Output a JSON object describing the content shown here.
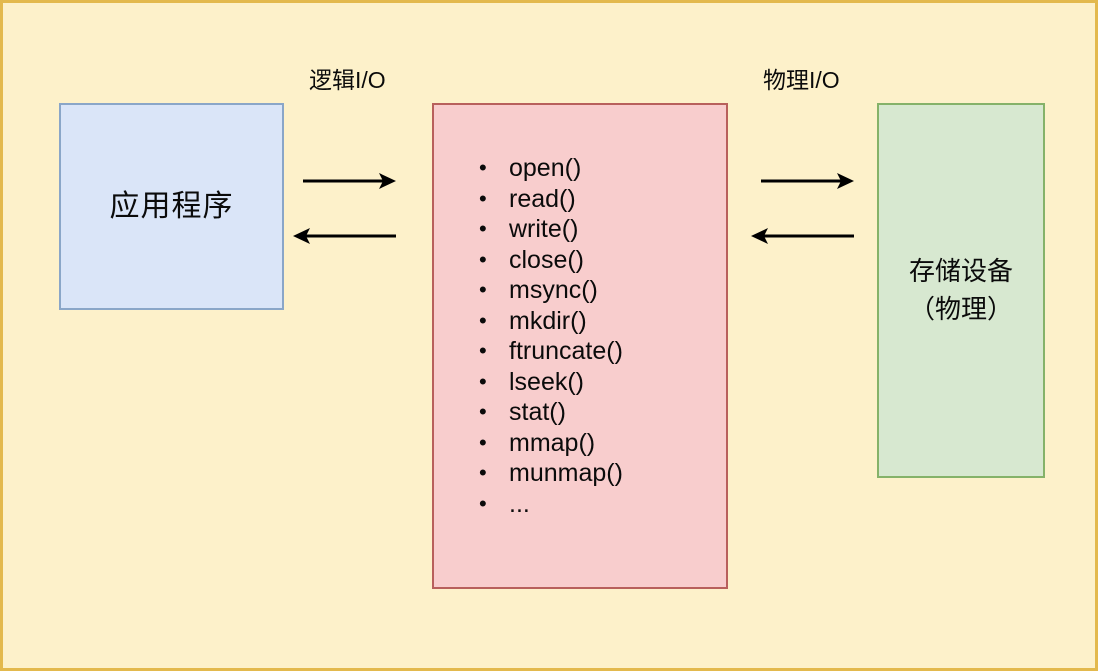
{
  "diagram": {
    "title_logical_io": "逻辑I/O",
    "title_physical_io": "物理I/O",
    "background_color": "#fdf1ca",
    "border_color": "#e3b94d"
  },
  "application_box": {
    "label": "应用程序",
    "fill_color": "#dae5f8",
    "stroke_color": "#8aa6c8"
  },
  "api_box": {
    "fill_color": "#f8cdcd",
    "stroke_color": "#b8605c",
    "items": [
      "open()",
      "read()",
      "write()",
      "close()",
      "msync()",
      "mkdir()",
      "ftruncate()",
      "lseek()",
      "stat()",
      "mmap()",
      "munmap()",
      "..."
    ]
  },
  "storage_box": {
    "label_line1": "存储设备",
    "label_line2": "（物理）",
    "fill_color": "#d7e8d0",
    "stroke_color": "#85b269"
  },
  "connectors": {
    "logical_forward": "arrow-right-icon",
    "logical_backward": "arrow-left-icon",
    "physical_forward": "arrow-right-icon",
    "physical_backward": "arrow-left-icon",
    "color": "#000000"
  }
}
